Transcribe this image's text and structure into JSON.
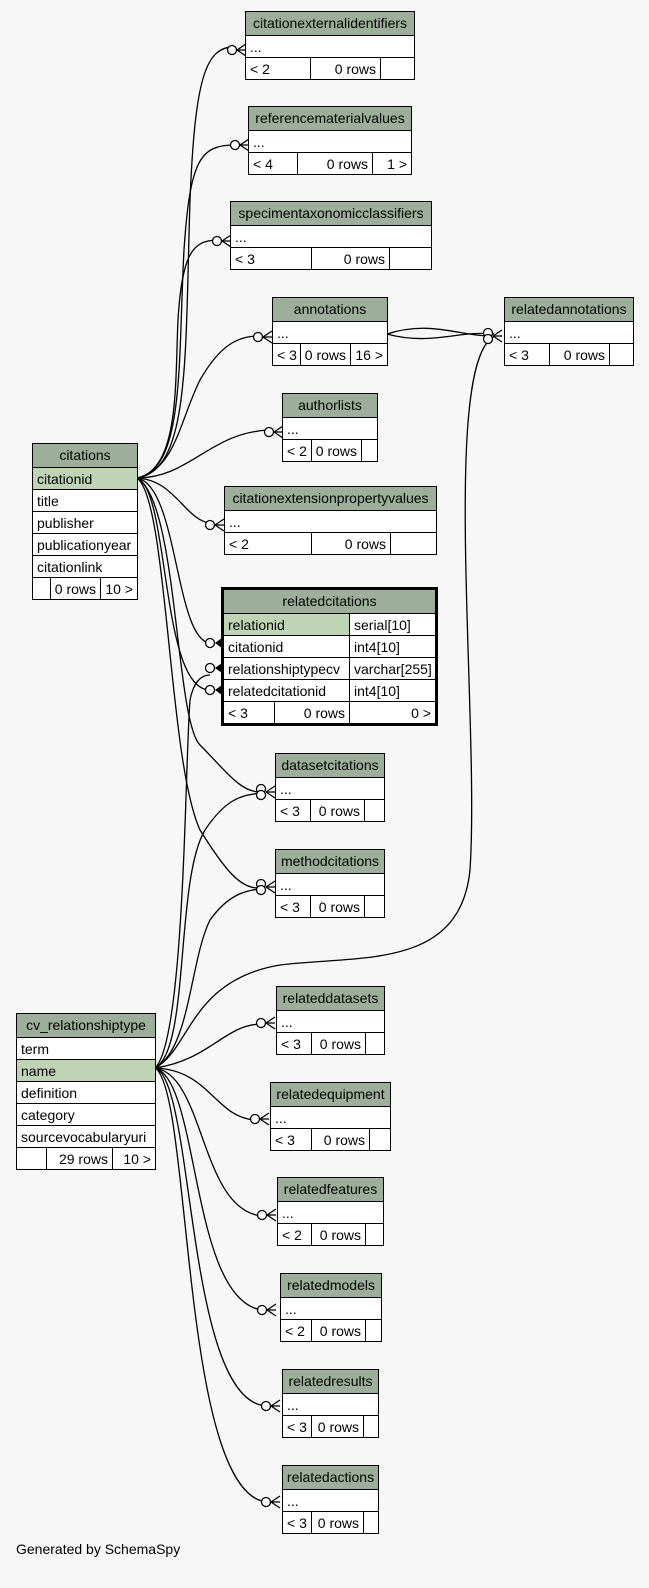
{
  "footer": "Generated by SchemaSpy",
  "tables": {
    "citationexternalidentifiers": {
      "name": "citationexternalidentifiers",
      "cols": [
        "..."
      ],
      "foot": [
        "< 2",
        "0 rows",
        ""
      ]
    },
    "referencematerialvalues": {
      "name": "referencematerialvalues",
      "cols": [
        "..."
      ],
      "foot": [
        "< 4",
        "0 rows",
        "1 >"
      ]
    },
    "specimentaxonomicclassifiers": {
      "name": "specimentaxonomicclassifiers",
      "cols": [
        "..."
      ],
      "foot": [
        "< 3",
        "0 rows",
        ""
      ]
    },
    "annotations": {
      "name": "annotations",
      "cols": [
        "..."
      ],
      "foot": [
        "< 3",
        "0 rows",
        "16 >"
      ]
    },
    "relatedannotations": {
      "name": "relatedannotations",
      "cols": [
        "..."
      ],
      "foot": [
        "< 3",
        "0 rows",
        ""
      ]
    },
    "authorlists": {
      "name": "authorlists",
      "cols": [
        "..."
      ],
      "foot": [
        "< 2",
        "0 rows",
        ""
      ]
    },
    "citations": {
      "name": "citations",
      "cols": [
        "citationid",
        "title",
        "publisher",
        "publicationyear",
        "citationlink"
      ],
      "foot": [
        "",
        "0 rows",
        "10 >"
      ]
    },
    "citationextensionpropertyvalues": {
      "name": "citationextensionpropertyvalues",
      "cols": [
        "..."
      ],
      "foot": [
        "< 2",
        "0 rows",
        ""
      ]
    },
    "relatedcitations": {
      "name": "relatedcitations",
      "cols": [
        [
          "relationid",
          "serial[10]"
        ],
        [
          "citationid",
          "int4[10]"
        ],
        [
          "relationshiptypecv",
          "varchar[255]"
        ],
        [
          "relatedcitationid",
          "int4[10]"
        ]
      ],
      "foot": [
        "< 3",
        "0 rows",
        "0 >"
      ]
    },
    "datasetcitations": {
      "name": "datasetcitations",
      "cols": [
        "..."
      ],
      "foot": [
        "< 3",
        "0 rows",
        ""
      ]
    },
    "methodcitations": {
      "name": "methodcitations",
      "cols": [
        "..."
      ],
      "foot": [
        "< 3",
        "0 rows",
        ""
      ]
    },
    "cv_relationshiptype": {
      "name": "cv_relationshiptype",
      "cols": [
        "term",
        "name",
        "definition",
        "category",
        "sourcevocabularyuri"
      ],
      "foot": [
        "",
        "29 rows",
        "10 >"
      ]
    },
    "relateddatasets": {
      "name": "relateddatasets",
      "cols": [
        "..."
      ],
      "foot": [
        "< 3",
        "0 rows",
        ""
      ]
    },
    "relatedequipment": {
      "name": "relatedequipment",
      "cols": [
        "..."
      ],
      "foot": [
        "< 3",
        "0 rows",
        ""
      ]
    },
    "relatedfeatures": {
      "name": "relatedfeatures",
      "cols": [
        "..."
      ],
      "foot": [
        "< 2",
        "0 rows",
        ""
      ]
    },
    "relatedmodels": {
      "name": "relatedmodels",
      "cols": [
        "..."
      ],
      "foot": [
        "< 2",
        "0 rows",
        ""
      ]
    },
    "relatedresults": {
      "name": "relatedresults",
      "cols": [
        "..."
      ],
      "foot": [
        "< 3",
        "0 rows",
        ""
      ]
    },
    "relatedactions": {
      "name": "relatedactions",
      "cols": [
        "..."
      ],
      "foot": [
        "< 3",
        "0 rows",
        ""
      ]
    }
  }
}
